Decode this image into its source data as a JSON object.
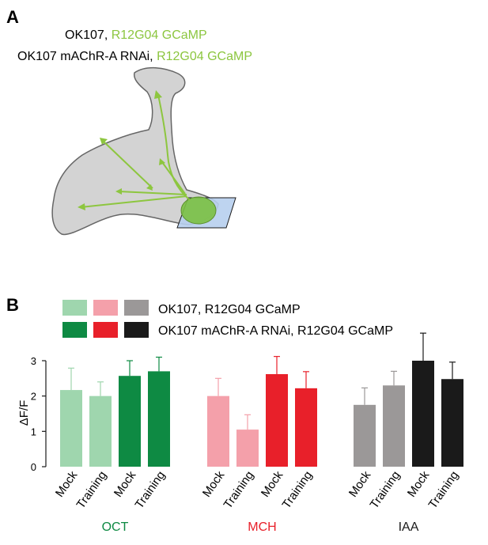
{
  "panel_a": {
    "letter": "A",
    "line1_black": "OK107,",
    "line1_green": "R12G04 GCaMP",
    "line2_black": "OK107 mAChR-A RNAi,",
    "line2_green": "R12G04 GCaMP"
  },
  "panel_b": {
    "letter": "B",
    "legend_row1": "OK107, R12G04 GCaMP",
    "legend_row2": "OK107 mAChR-A RNAi, R12G04 GCaMP"
  },
  "colors": {
    "label_green": "#8cc63f",
    "neuron_fill": "#d3d3d3",
    "neuron_stroke": "#666666",
    "axon_green": "#8dc63f",
    "calyx_fill": "#7bc043",
    "plane_fill": "#b7cfee"
  },
  "chart_data": {
    "type": "bar",
    "ylabel": "ΔF/F",
    "ylim": [
      0,
      3
    ],
    "yticks": [
      "0",
      "1",
      "2",
      "3"
    ],
    "groups": [
      {
        "name": "OCT",
        "color": "#0e8a43",
        "bars": [
          {
            "label": "Mock",
            "value": 2.17,
            "error": 0.62,
            "color": "#9fd6ae"
          },
          {
            "label": "Training",
            "value": 2.0,
            "error": 0.4,
            "color": "#9fd6ae"
          },
          {
            "label": "Mock",
            "value": 2.57,
            "error": 0.43,
            "color": "#0e8a43"
          },
          {
            "label": "Training",
            "value": 2.7,
            "error": 0.4,
            "color": "#0e8a43"
          }
        ]
      },
      {
        "name": "MCH",
        "color": "#e8202a",
        "bars": [
          {
            "label": "Mock",
            "value": 2.0,
            "error": 0.5,
            "color": "#f4a0aa"
          },
          {
            "label": "Training",
            "value": 1.05,
            "error": 0.42,
            "color": "#f4a0aa"
          },
          {
            "label": "Mock",
            "value": 2.62,
            "error": 0.5,
            "color": "#e8202a"
          },
          {
            "label": "Training",
            "value": 2.22,
            "error": 0.47,
            "color": "#e8202a"
          }
        ]
      },
      {
        "name": "IAA",
        "color": "#1a1a1a",
        "bars": [
          {
            "label": "Mock",
            "value": 1.75,
            "error": 0.48,
            "color": "#9b9898"
          },
          {
            "label": "Training",
            "value": 2.3,
            "error": 0.4,
            "color": "#9b9898"
          },
          {
            "label": "Mock",
            "value": 3.0,
            "error": 0.78,
            "color": "#1a1a1a"
          },
          {
            "label": "Training",
            "value": 2.48,
            "error": 0.48,
            "color": "#1a1a1a"
          }
        ]
      }
    ],
    "legend": [
      {
        "label": "OK107, R12G04 GCaMP",
        "swatches": [
          "#9fd6ae",
          "#f4a0aa",
          "#9b9898"
        ]
      },
      {
        "label": "OK107 mAChR-A RNAi, R12G04 GCaMP",
        "swatches": [
          "#0e8a43",
          "#e8202a",
          "#1a1a1a"
        ]
      }
    ]
  }
}
